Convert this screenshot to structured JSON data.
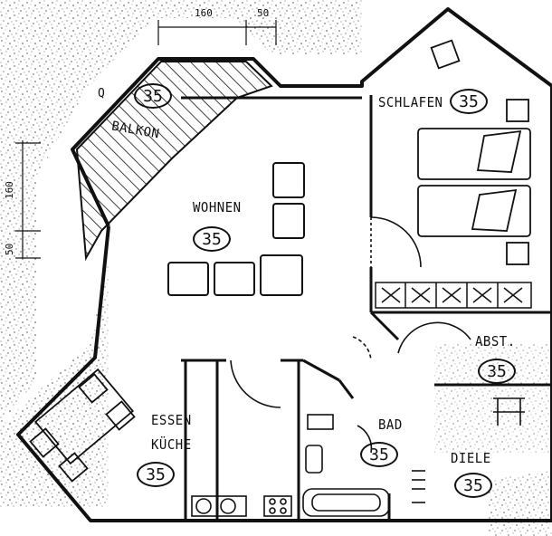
{
  "rooms": {
    "balkon": {
      "label": "BALKON",
      "area": "35"
    },
    "wohnen": {
      "label": "WOHNEN",
      "area": "35"
    },
    "schlafen": {
      "label": "SCHLAFEN",
      "area": "35"
    },
    "abst": {
      "label": "ABST.",
      "area": "35"
    },
    "essen": {
      "label1": "ESSEN",
      "label2": "KÜCHE",
      "area": "35"
    },
    "bad": {
      "label": "BAD",
      "area": "35"
    },
    "diele": {
      "label": "DIELE",
      "area": "35"
    }
  },
  "dimensions": {
    "top_a": "160",
    "top_b": "50",
    "left_a": "160",
    "left_b": "50"
  },
  "marker": "Q"
}
